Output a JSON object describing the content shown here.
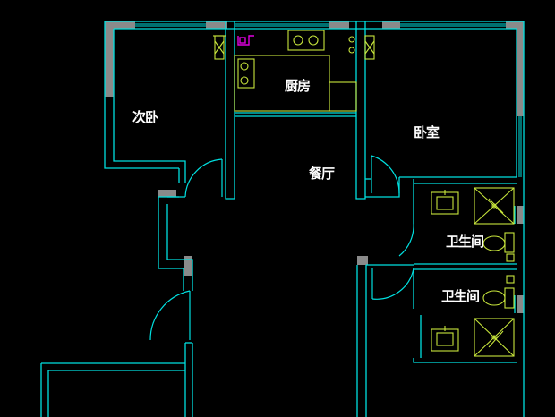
{
  "plan": {
    "colors": {
      "background": "#000000",
      "wall": "#00e0e0",
      "wall_fill": "#8a8a8a",
      "fixture": "#c8e63c",
      "fixture_alt": "#e0e000",
      "pipe": "#e000e0",
      "label": "#ffffff"
    },
    "rooms": {
      "second_bedroom": "次卧",
      "kitchen": "厨房",
      "bedroom": "卧室",
      "dining": "餐厅",
      "bathroom_upper": "卫生间",
      "bathroom_lower": "卫生间"
    }
  }
}
